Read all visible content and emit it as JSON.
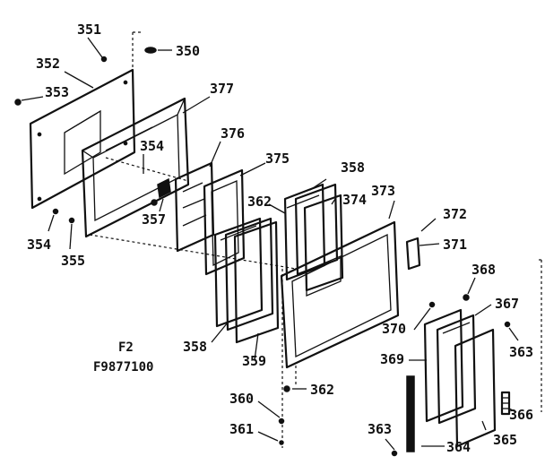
{
  "figure": {
    "caption_line1": "F2",
    "caption_line2": "F9877100"
  },
  "callouts": [
    {
      "id": "351",
      "text": "351"
    },
    {
      "id": "350",
      "text": "350"
    },
    {
      "id": "352",
      "text": "352"
    },
    {
      "id": "353",
      "text": "353"
    },
    {
      "id": "377",
      "text": "377"
    },
    {
      "id": "376",
      "text": "376"
    },
    {
      "id": "354a",
      "text": "354"
    },
    {
      "id": "375",
      "text": "375"
    },
    {
      "id": "358a",
      "text": "358"
    },
    {
      "id": "362a",
      "text": "362"
    },
    {
      "id": "374",
      "text": "374"
    },
    {
      "id": "373",
      "text": "373"
    },
    {
      "id": "372",
      "text": "372"
    },
    {
      "id": "371",
      "text": "371"
    },
    {
      "id": "357",
      "text": "357"
    },
    {
      "id": "354b",
      "text": "354"
    },
    {
      "id": "355",
      "text": "355"
    },
    {
      "id": "368",
      "text": "368"
    },
    {
      "id": "367",
      "text": "367"
    },
    {
      "id": "370",
      "text": "370"
    },
    {
      "id": "363a",
      "text": "363"
    },
    {
      "id": "369",
      "text": "369"
    },
    {
      "id": "358b",
      "text": "358"
    },
    {
      "id": "359",
      "text": "359"
    },
    {
      "id": "366",
      "text": "366"
    },
    {
      "id": "360",
      "text": "360"
    },
    {
      "id": "362b",
      "text": "362"
    },
    {
      "id": "361",
      "text": "361"
    },
    {
      "id": "365",
      "text": "365"
    },
    {
      "id": "363b",
      "text": "363"
    },
    {
      "id": "364",
      "text": "364"
    }
  ]
}
